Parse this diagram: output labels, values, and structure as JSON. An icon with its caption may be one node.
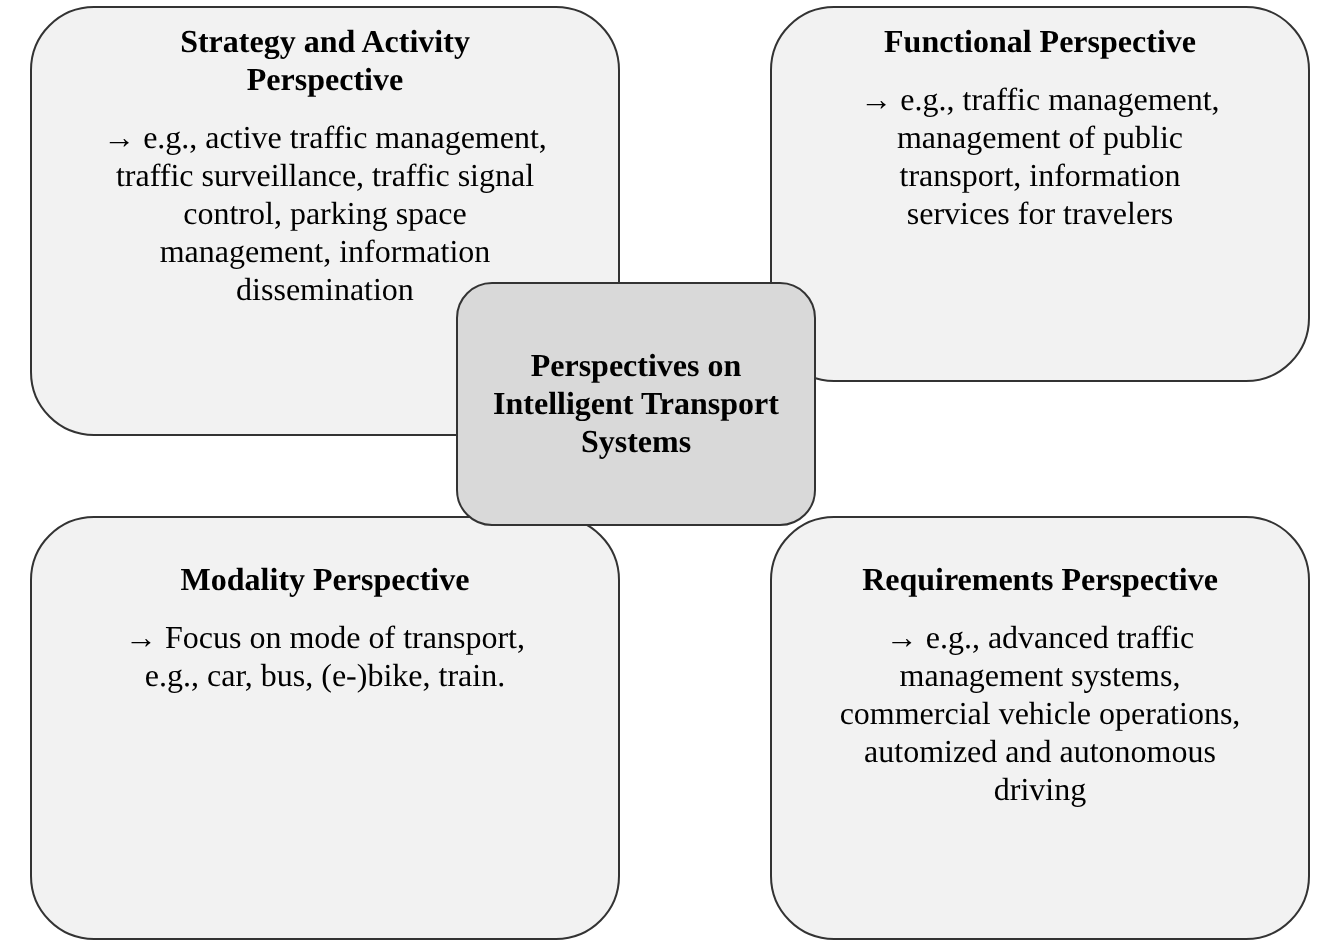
{
  "diagram": {
    "nodes": [
      {
        "text": [
          "Strategy and Activity Perspective",
          "→ e.g., active traffic management, traffic surveillance, traffic signal control, parking space management, information dissemination"
        ]
      },
      {
        "text": [
          "Functional Perspective",
          "→ e.g., traffic management, management of public transport, information services for travelers"
        ]
      },
      {
        "text": [
          "Perspectives on Intelligent Transport Systems"
        ]
      },
      {
        "text": [
          "Modality Perspective",
          "→ Focus on mode of transport, e.g., car, bus, (e-)bike, train."
        ]
      },
      {
        "text": [
          "Requirements Perspective",
          "→ e.g., advanced traffic management systems, commercial vehicle operations, automized and autonomous driving"
        ]
      }
    ]
  }
}
